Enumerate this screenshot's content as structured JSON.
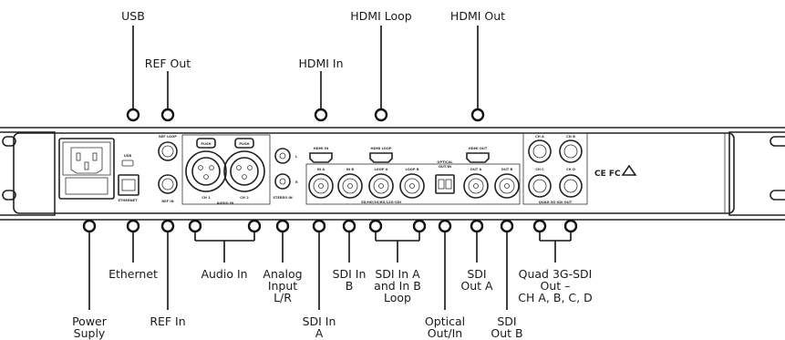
{
  "top_labels": {
    "usb": "USB",
    "ref_out": "REF Out",
    "hdmi_in": "HDMI In",
    "hdmi_loop": "HDMI Loop",
    "hdmi_out": "HDMI Out"
  },
  "bottom_labels": {
    "power": [
      "Power",
      "Suply"
    ],
    "ethernet": "Ethernet",
    "ref_in": "REF In",
    "audio_in": "Audio In",
    "analog": [
      "Analog",
      "Input",
      "L/R"
    ],
    "sdi_in_a": [
      "SDI In",
      "A"
    ],
    "sdi_in_b": [
      "SDI In",
      "B"
    ],
    "sdi_loop": [
      "SDI In A",
      "and In B",
      "Loop"
    ],
    "optical": [
      "Optical",
      "Out/In"
    ],
    "sdi_out_a": [
      "SDI",
      "Out A"
    ],
    "sdi_out_b": [
      "SDI",
      "Out B"
    ],
    "quad": [
      "Quad 3G-SDI",
      "Out –",
      "CH A, B, C, D"
    ]
  },
  "panel_labels": {
    "usb": "USB",
    "ethernet": "ETHERNET",
    "ref_loop": "REF LOOP",
    "ref_in": "REF IN",
    "push1": "PUSH",
    "push2": "PUSH",
    "ch1": "CH 1",
    "ch2": "CH 2",
    "audio_in": "AUDIO IN",
    "l": "L",
    "r": "R",
    "stereo_in": "STEREO IN",
    "hdmi_in": "HDMI IN",
    "hdmi_loop": "HDMI LOOP",
    "hdmi_out": "HDMI OUT",
    "in_a": "IN A",
    "in_b": "IN B",
    "loop_a": "LOOP A",
    "loop_b": "LOOP B",
    "optical": [
      "OPTICAL",
      "OUT/IN"
    ],
    "out_a": "OUT A",
    "out_b": "OUT B",
    "sdi_strip": "SD/HD/3G/6G/12G-SDI",
    "ch_a": "CH A",
    "ch_b": "CH B",
    "ch_c": "CH C",
    "ch_d": "CH D",
    "quad_strip": "QUAD 3G-SDI OUT",
    "cert": "CE FC"
  }
}
